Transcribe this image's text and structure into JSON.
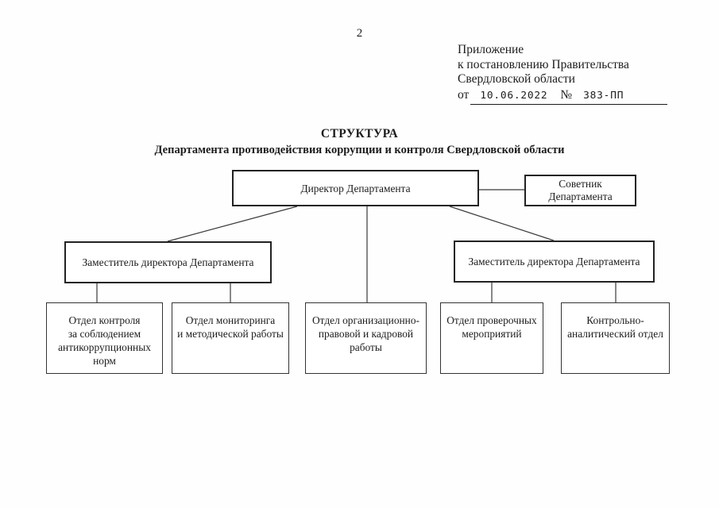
{
  "page": {
    "number": "2"
  },
  "annex": {
    "line1": "Приложение",
    "line2": "к постановлению Правительства",
    "line3": "Свердловской области",
    "issued_prefix": "от",
    "date": "10.06.2022",
    "number_sign": "№",
    "number": "383-ПП"
  },
  "title": {
    "heading": "СТРУКТУРА",
    "subheading": "Департамента противодействия коррупции и контроля Свердловской области"
  },
  "org_chart": {
    "director": {
      "label": "Директор Департамента"
    },
    "advisor": {
      "label": "Советник\nДепартамента"
    },
    "deputy_left": {
      "label": "Заместитель директора Департамента"
    },
    "deputy_right": {
      "label": "Заместитель директора Департамента"
    },
    "departments": [
      {
        "label": "Отдел контроля\nза соблюдением\nантикоррупционных\nнорм"
      },
      {
        "label": "Отдел мониторинга\nи методической работы"
      },
      {
        "label": "Отдел организационно-\nправовой и кадровой\nработы"
      },
      {
        "label": "Отдел проверочных\nмероприятий"
      },
      {
        "label": "Контрольно-\nаналитический отдел"
      }
    ]
  }
}
